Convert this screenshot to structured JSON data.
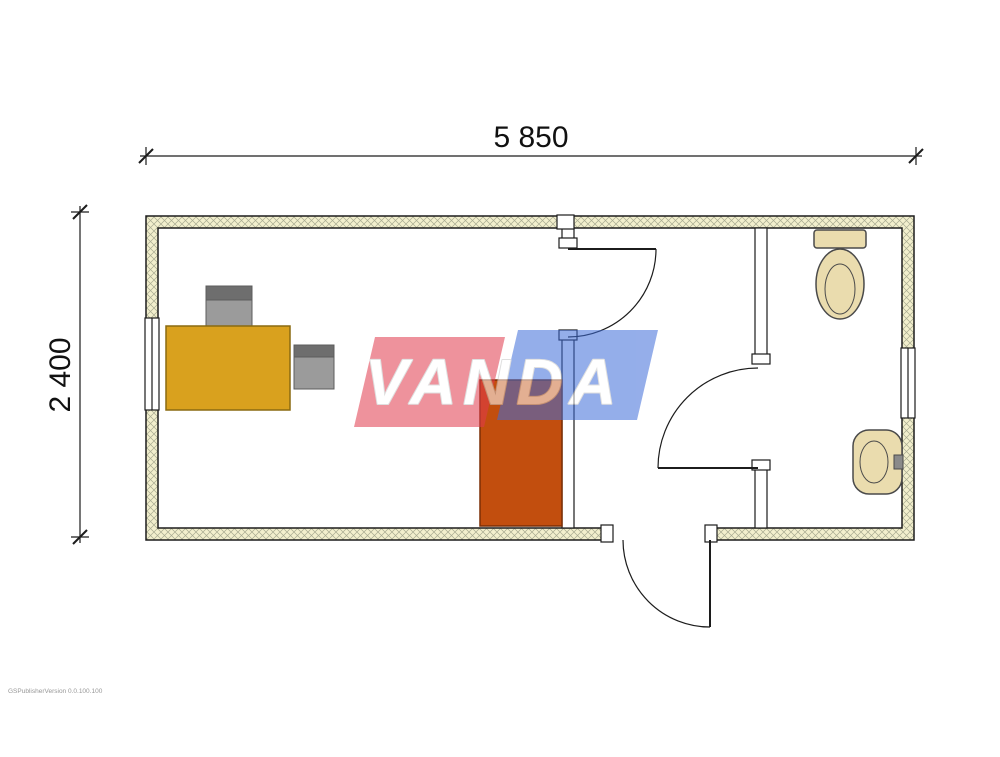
{
  "plan": {
    "dim_width_label": "5 850",
    "dim_height_label": "2 400",
    "fine_print": "GSPublisherVersion 0.0.100.100"
  },
  "watermark": {
    "text": "VANDA",
    "red": "#e13a4d",
    "blue": "#3e6cd9",
    "text_fill": "#ffffff",
    "outline": "#c6c6c6"
  },
  "colors": {
    "wall_fill": "#f2efcd",
    "wall_hatch": "#a8aa90",
    "line": "#1c1c1c",
    "desk": "#d9a11e",
    "chair_seat": "#9b9b9b",
    "chair_back": "#6e6e6e",
    "cabinet": "#c24e0e",
    "fixture_fill": "#eadcae"
  }
}
